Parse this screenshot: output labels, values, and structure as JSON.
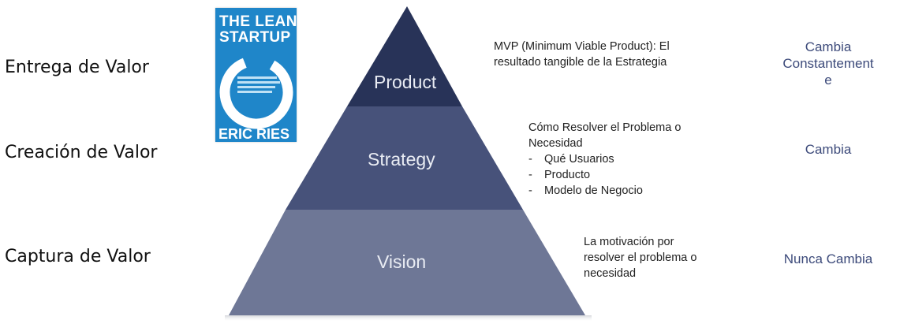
{
  "left_labels": {
    "product": "Entrega de Valor",
    "strategy": "Creación de Valor",
    "vision": "Captura de Valor"
  },
  "book": {
    "title_line1": "THE LEAN",
    "title_line2": "STARTUP",
    "author": "ERIC RIES"
  },
  "pyramid": {
    "tiers": [
      {
        "label": "Product",
        "color": "#283358"
      },
      {
        "label": "Strategy",
        "color": "#47527a"
      },
      {
        "label": "Vision",
        "color": "#6e7796"
      }
    ]
  },
  "descriptions": {
    "product": [
      "MVP (Minimum Viable Product): El",
      "resultado tangible de la Estrategia"
    ],
    "strategy": {
      "lines": [
        "Cómo Resolver el Problema o",
        "Necesidad"
      ],
      "bullet": "-",
      "bullets": [
        "Qué Usuarios",
        "Producto",
        "Modelo de Negocio"
      ]
    },
    "vision": [
      "La motivación por",
      "resolver el problema o",
      "necesidad"
    ]
  },
  "change_labels": {
    "product": [
      "Cambia",
      "Constantement",
      "e"
    ],
    "strategy": [
      "Cambia"
    ],
    "vision": [
      "Nunca Cambia"
    ]
  },
  "colors": {
    "change_text": "#3c4a7a",
    "book_blue": "#1f86c9"
  }
}
